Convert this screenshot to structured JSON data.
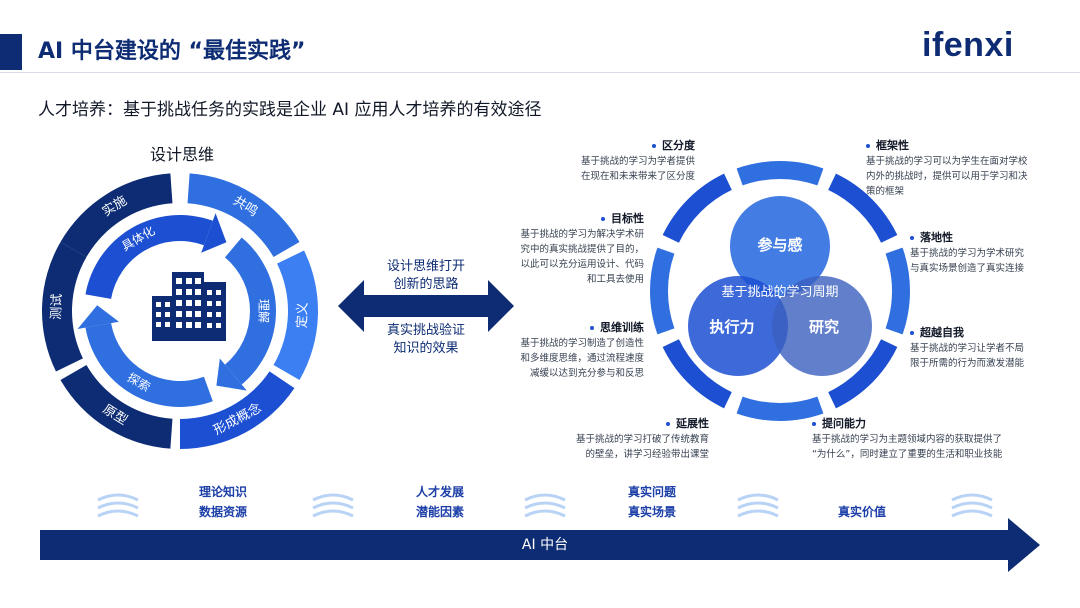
{
  "header": {
    "title": "AI 中台建设的 “最佳实践”",
    "logo": "ifenxi"
  },
  "subtitle": "人才培养：基于挑战任务的实践是企业 AI 应用人才培养的有效途径",
  "design_thinking": {
    "label": "设计思维",
    "outer_segments": [
      "实施",
      "共鸣",
      "定义",
      "形成概念",
      "原型",
      "测试"
    ],
    "inner_arrows": [
      "具体化",
      "理解",
      "探索"
    ]
  },
  "middle": {
    "top_text": [
      "设计思维打开",
      "创新的思路"
    ],
    "bottom_text": [
      "真实挑战验证",
      "知识的效果"
    ]
  },
  "learning_cycle": {
    "center_label": "基于挑战的学习周期",
    "circles": [
      "参与感",
      "执行力",
      "研究"
    ]
  },
  "features": {
    "qufendu": {
      "title": "区分度",
      "lines": [
        "基于挑战的学习为学者提供",
        "在现在和未来带来了区分度"
      ]
    },
    "kuangjiaxing": {
      "title": "框架性",
      "lines": [
        "基于挑战的学习可以为学生在面对学校",
        "内外的挑战时，提供可以用于学习和决",
        "策的框架"
      ]
    },
    "mubiaoxing": {
      "title": "目标性",
      "lines": [
        "基于挑战的学习为解决学术研",
        "究中的真实挑战提供了目的，",
        "以此可以充分运用设计、代码",
        "和工具去使用"
      ]
    },
    "luodixing": {
      "title": "落地性",
      "lines": [
        "基于挑战的学习为学术研究",
        "与真实场景创造了真实连接"
      ]
    },
    "siweixunlian": {
      "title": "思维训练",
      "lines": [
        "基于挑战的学习制造了创造性",
        "和多维度思维，通过流程速度",
        "减缓以达到充分参与和反思"
      ]
    },
    "chaoyueziwo": {
      "title": "超越自我",
      "lines": [
        "基于挑战的学习让学者不局",
        "限于所需的行为而激发潜能"
      ]
    },
    "yanzhanxing": {
      "title": "延展性",
      "lines": [
        "基于挑战的学习打破了传统教育",
        "的壁垒，讲学习经验带出课堂"
      ]
    },
    "tiwennengli": {
      "title": "提问能力",
      "lines": [
        "基于挑战的学习为主题领域内容的获取提供了",
        "“为什么”，同时建立了重要的生活和职业技能"
      ]
    }
  },
  "bottom": {
    "groups": [
      [
        "理论知识",
        "数据资源"
      ],
      [
        "人才发展",
        "潜能因素"
      ],
      [
        "真实问题",
        "真实场景"
      ],
      [
        "",
        "真实价值"
      ]
    ],
    "arrow_label": "AI 中台"
  },
  "colors": {
    "navy": "#0d2c73",
    "blue": "#1c4fd1",
    "mid_blue": "#2f6fe0",
    "light_blue": "#4e8df5",
    "chevron": "#b8d3f5"
  }
}
